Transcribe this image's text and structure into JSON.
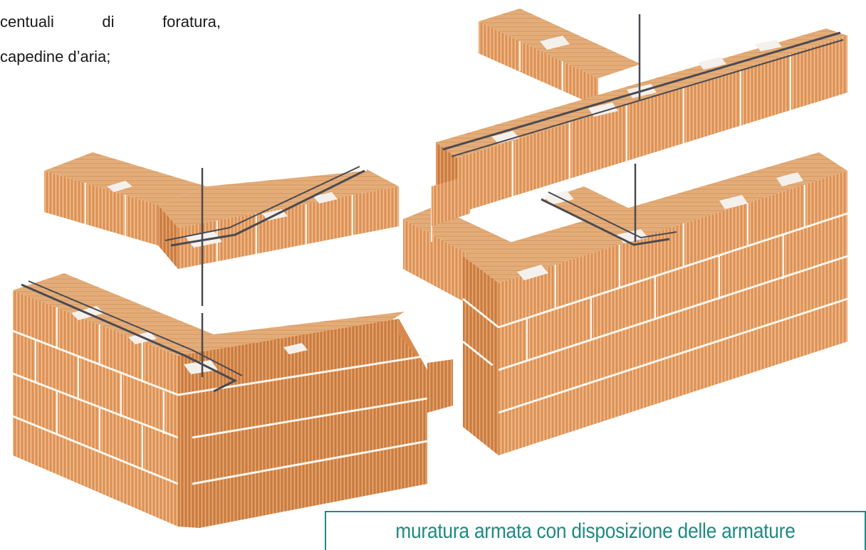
{
  "text": {
    "line1_words": [
      "centuali",
      "di",
      "foratura,"
    ],
    "line2": "capedine d’aria;"
  },
  "caption": "muratura armata con disposizione delle armature",
  "colors": {
    "brick_top": "#e8b27e",
    "brick_front": "#e49a5f",
    "brick_side": "#cf8045",
    "rebar": "#4a4a52",
    "caption_accent": "#1f8a80"
  },
  "icons": [
    "brick-wall-illustration",
    "rebar-icon"
  ]
}
